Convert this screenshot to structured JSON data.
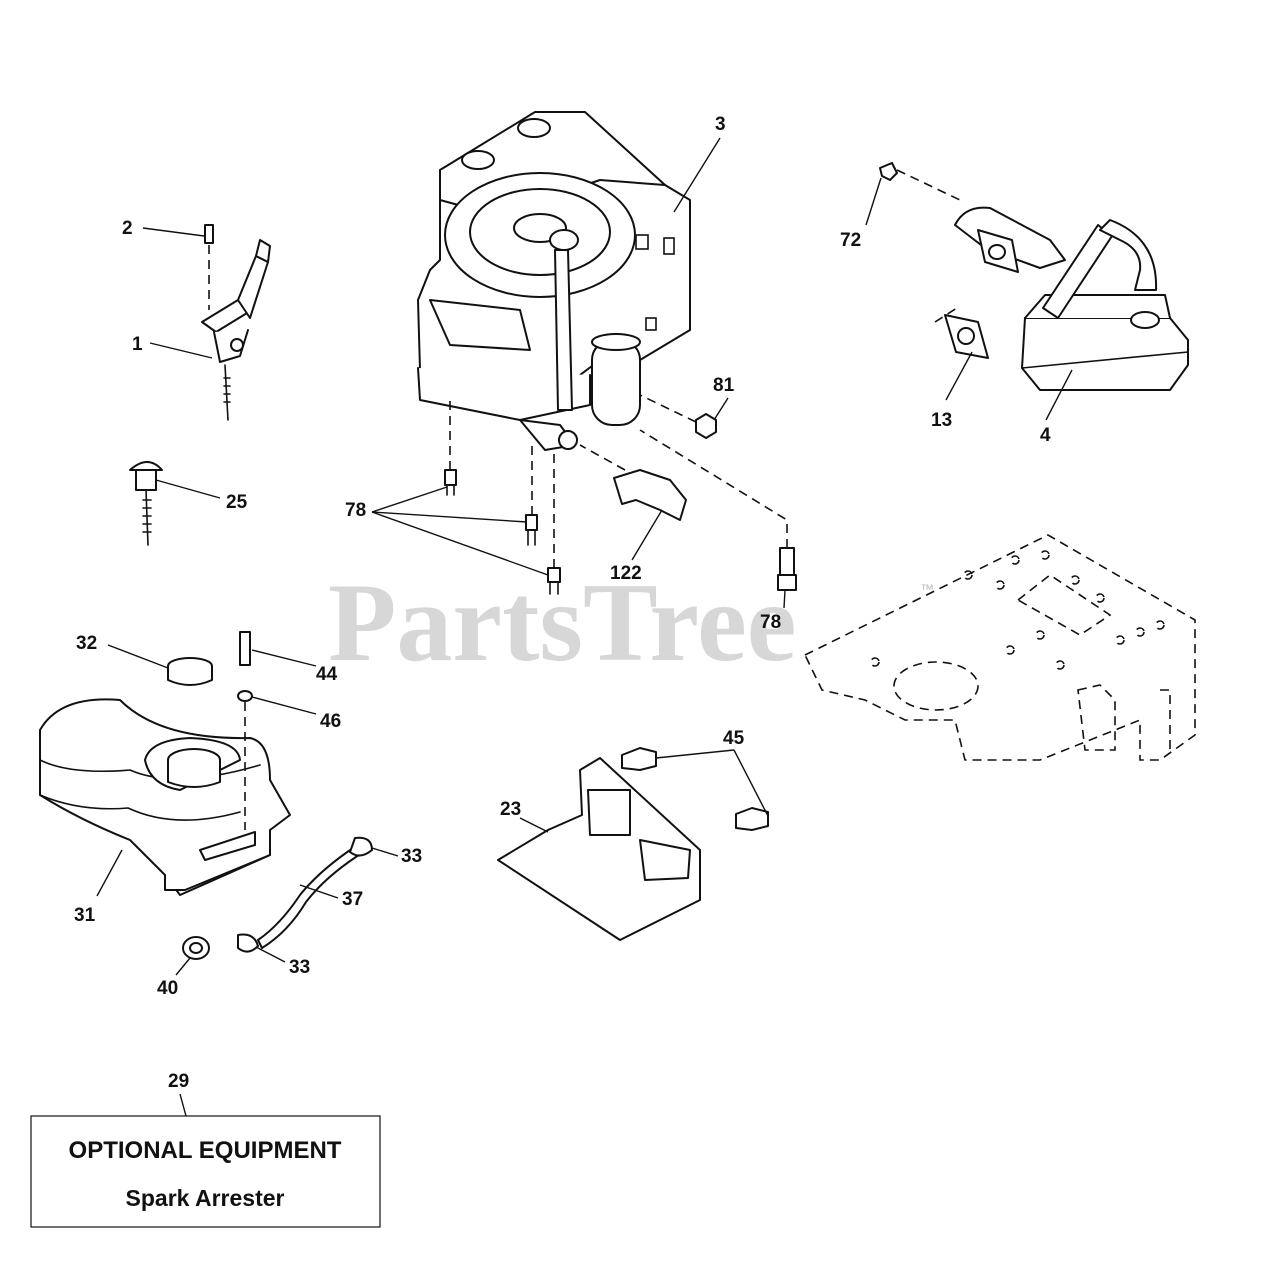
{
  "watermark": {
    "text": "PartsTree",
    "trademark": "™"
  },
  "callouts": {
    "c1": "1",
    "c2": "2",
    "c3": "3",
    "c4": "4",
    "c13": "13",
    "c23": "23",
    "c25": "25",
    "c29": "29",
    "c31": "31",
    "c32": "32",
    "c33a": "33",
    "c33b": "33",
    "c37": "37",
    "c40": "40",
    "c44": "44",
    "c45": "45",
    "c46": "46",
    "c72": "72",
    "c78a": "78",
    "c78b": "78",
    "c81": "81",
    "c122": "122"
  },
  "optional_box": {
    "title": "OPTIONAL EQUIPMENT",
    "subtitle": "Spark Arrester"
  },
  "colors": {
    "line": "#111111",
    "watermark": "#c9c9c9",
    "background": "#ffffff"
  }
}
